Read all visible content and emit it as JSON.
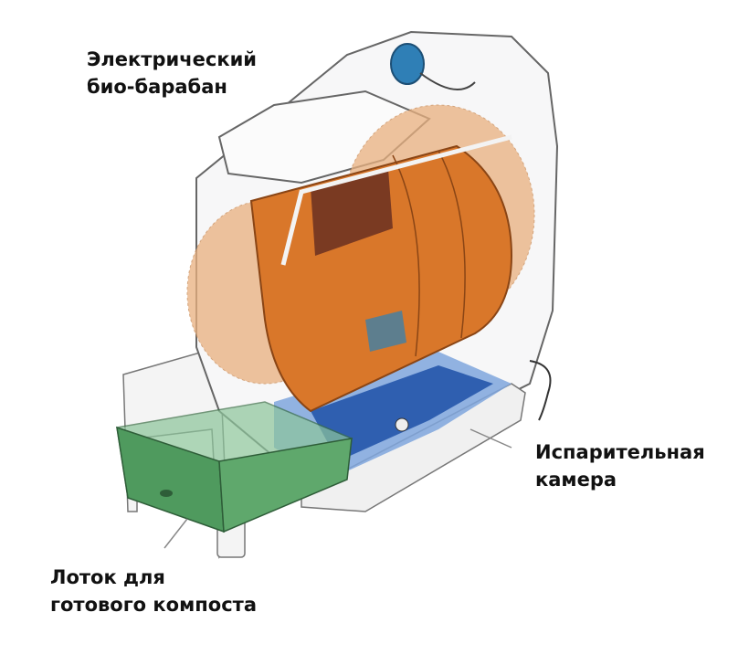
{
  "labels": {
    "drum": [
      "Электрический",
      "био-барабан"
    ],
    "evaporator": [
      "Испарительная",
      "камера"
    ],
    "tray": [
      "Лоток для",
      "готового компоста"
    ]
  },
  "colors": {
    "drum": "#d9772a",
    "drum_dark": "#b85a1a",
    "drum_halo": "#e9b07e",
    "evaporator": "#2f5fb0",
    "evaporator_light": "#7fa6dd",
    "tray": "#4f9a5e",
    "knob": "#2f7fb6",
    "outline": "#555555"
  }
}
